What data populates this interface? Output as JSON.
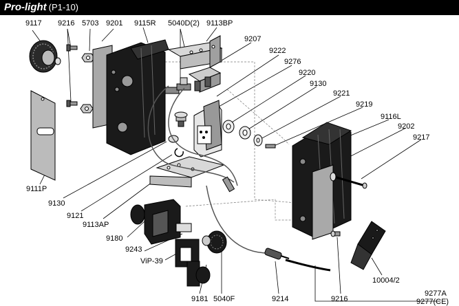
{
  "header": {
    "title": "Pro-light",
    "subtitle": "(P1-10)"
  },
  "parts": {
    "p9117": "9117",
    "p9216a": "9216",
    "p5703": "5703",
    "p9201": "9201",
    "p9115R": "9115R",
    "p5040D2": "5040D(2)",
    "p9113BP": "9113BP",
    "p9207": "9207",
    "p9222": "9222",
    "p9276": "9276",
    "p9220": "9220",
    "p9130a": "9130",
    "p9221": "9221",
    "p9219": "9219",
    "p9116L": "9116L",
    "p9202": "9202",
    "p9217": "9217",
    "p9111P": "9111P",
    "p9130b": "9130",
    "p9121": "9121",
    "p9113AP": "9113AP",
    "p9180": "9180",
    "p9243": "9243",
    "pViP39": "ViP-39",
    "p9181": "9181",
    "p5040F": "5040F",
    "p9214": "9214",
    "p9216b": "9216",
    "p10004_2": "10004/2",
    "p9277A": "9277A",
    "p9277CE": "9277(CE)"
  }
}
